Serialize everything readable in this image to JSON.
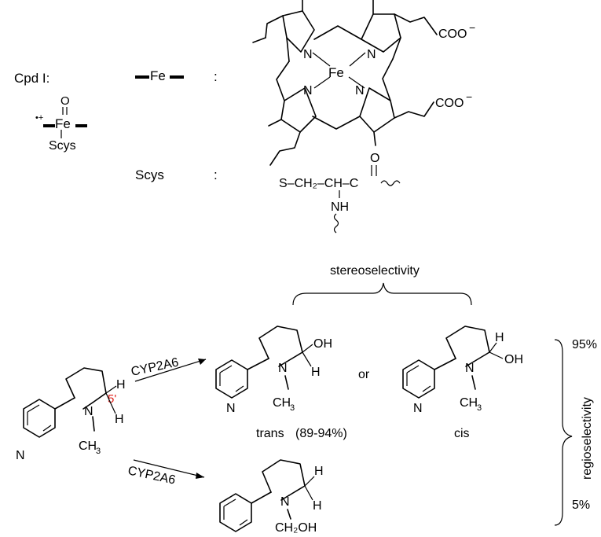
{
  "legend": {
    "cpd_label": "Cpd I:",
    "oxo": "O",
    "fe": "Fe",
    "radical_cation": "•+",
    "scys": "Scys",
    "colon": ":"
  },
  "heme": {
    "fe": "Fe",
    "n": "N",
    "carboxylate": "COO",
    "charge": "−"
  },
  "cysteine": {
    "s_chain": "S–CH₂–CH–C",
    "o": "O",
    "nh": "NH"
  },
  "reaction": {
    "enzyme_top": "CYP2A6",
    "enzyme_bottom": "CYP2A6",
    "position_label": "5'",
    "h": "H",
    "n": "N",
    "oh": "OH",
    "ch3": "CH",
    "ch3_sub": "3",
    "ch2oh": "CH₂OH",
    "or": "or",
    "trans_label": "trans",
    "trans_pct": "(89-94%)",
    "cis_label": "cis",
    "stereoselectivity": "stereoselectivity",
    "regioselectivity": "regioselectivity",
    "pct_top": "95%",
    "pct_bottom": "5%"
  },
  "colors": {
    "highlight": "#e0201b"
  }
}
